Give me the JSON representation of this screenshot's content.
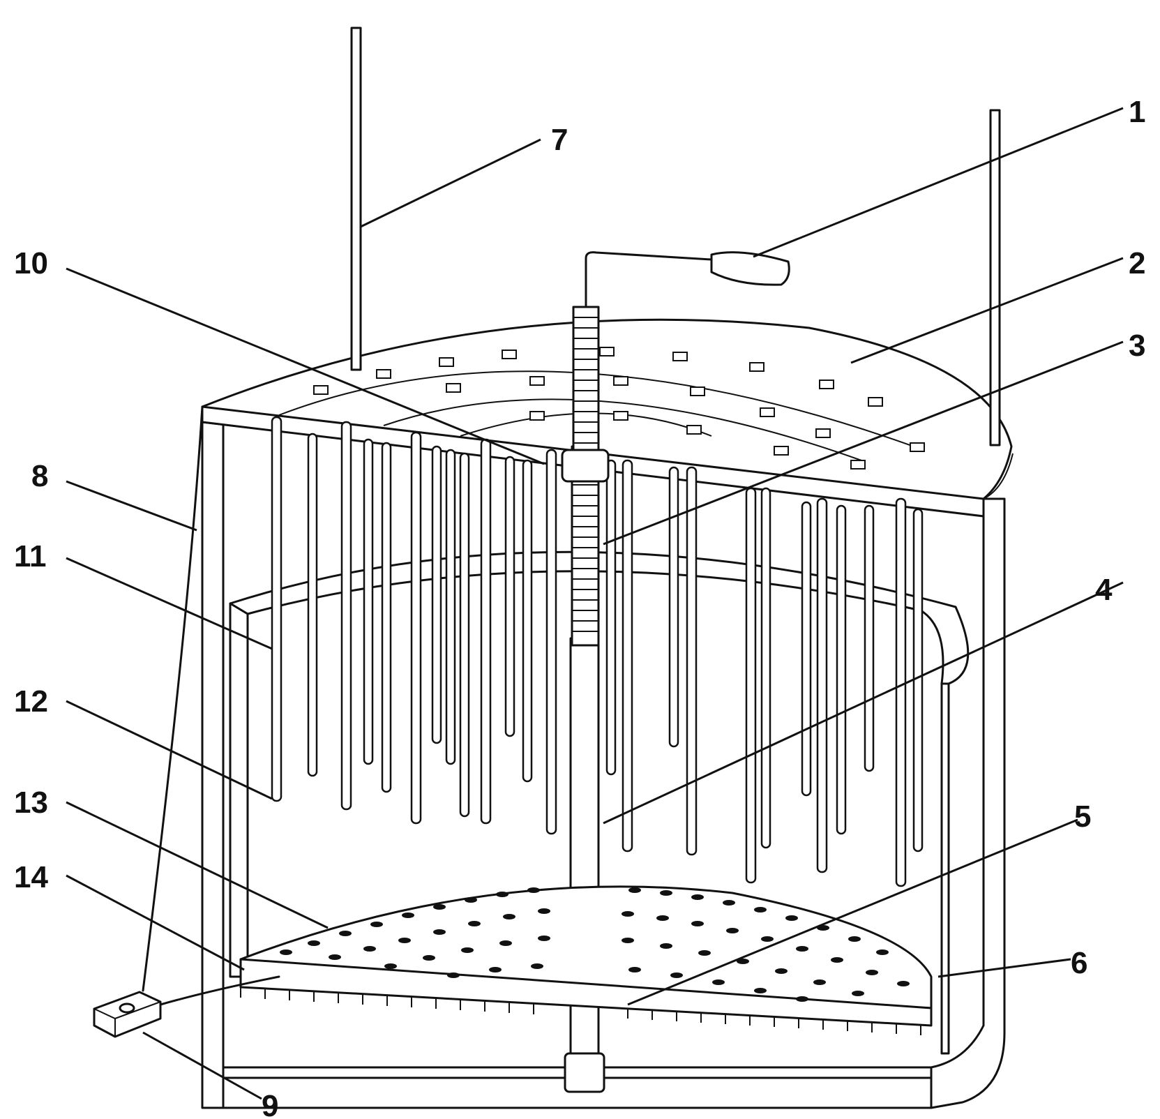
{
  "labels": [
    "1",
    "2",
    "3",
    "4",
    "5",
    "6",
    "7",
    "8",
    "9",
    "10",
    "11",
    "12",
    "13",
    "14"
  ],
  "colors": {
    "ink": "#111111",
    "paper": "#ffffff"
  }
}
